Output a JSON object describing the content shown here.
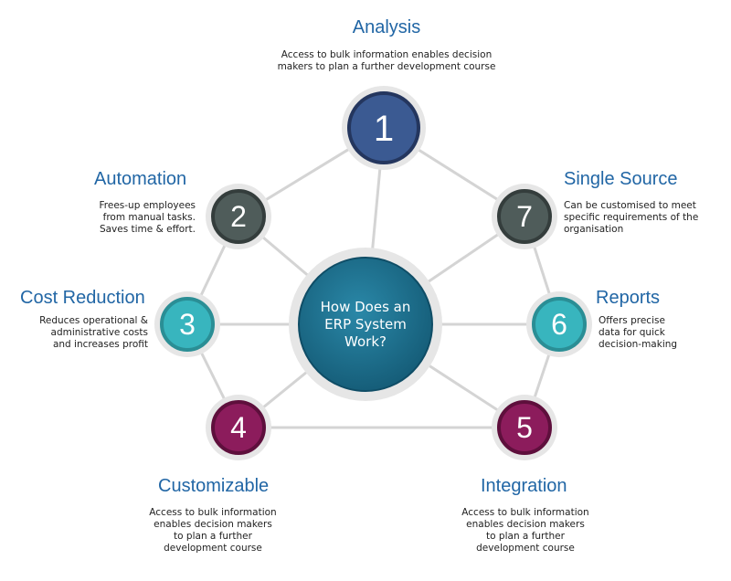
{
  "center": {
    "label": "How Does an\nERP System\nWork?"
  },
  "nodes": [
    {
      "number": "1",
      "title": "Analysis",
      "description": "Access to bulk information enables decision\nmakers to plan a further development course",
      "fill": "#3b5a92",
      "ring": "#24365e"
    },
    {
      "number": "2",
      "title": "Automation",
      "description": "Frees-up employees\nfrom manual tasks.\nSaves time & effort.",
      "fill": "#4f5c5a",
      "ring": "#343d3c"
    },
    {
      "number": "3",
      "title": "Cost Reduction",
      "description": "Reduces operational &\nadministrative costs\nand increases profit",
      "fill": "#38b5be",
      "ring": "#2a8e95"
    },
    {
      "number": "4",
      "title": "Customizable",
      "description": "Access to bulk information\nenables decision makers\nto plan a further\ndevelopment course",
      "fill": "#8c1c5c",
      "ring": "#5e0f3c"
    },
    {
      "number": "5",
      "title": "Integration",
      "description": "Access to bulk information\nenables decision makers\nto plan a further\ndevelopment course",
      "fill": "#8c1c5c",
      "ring": "#5e0f3c"
    },
    {
      "number": "6",
      "title": "Reports",
      "description": "Offers precise\ndata for quick\ndecision-making",
      "fill": "#38b5be",
      "ring": "#2a8e95"
    },
    {
      "number": "7",
      "title": "Single Source",
      "description": "Can be customised to meet\nspecific requirements of the\norganisation",
      "fill": "#4f5c5a",
      "ring": "#343d3c"
    }
  ],
  "colors": {
    "title": "#2166a5",
    "center_fill": "#1a6f8e",
    "line": "#d4d4d4",
    "halo": "#e6e6e6"
  }
}
